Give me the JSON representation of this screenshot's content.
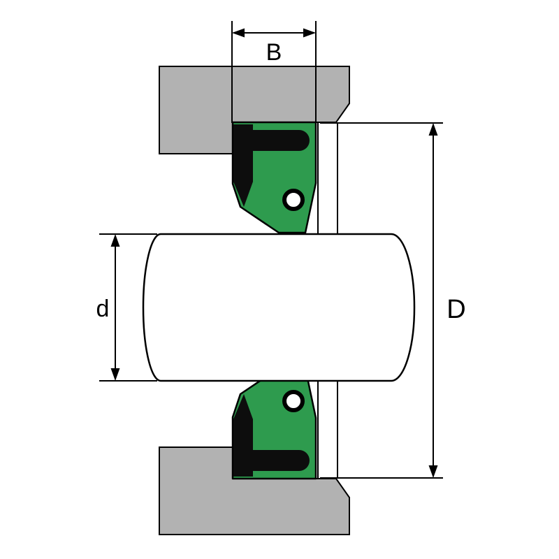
{
  "diagram": {
    "labels": {
      "seal_width": "B",
      "shaft_diameter": "d",
      "outer_diameter": "D"
    },
    "colors": {
      "housing_gray": "#b2b2b2",
      "seal_green": "#2e9b4e",
      "rubber_black": "#0d0d0d",
      "shaft_white": "#ffffff",
      "line_black": "#000000",
      "background": "#ffffff"
    }
  }
}
